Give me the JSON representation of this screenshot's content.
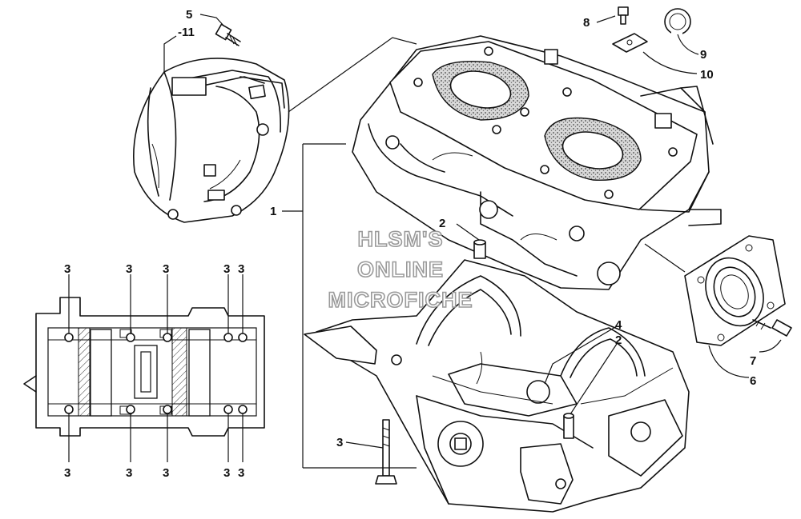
{
  "watermark": {
    "line1": "HLSM'S",
    "line2": "ONLINE",
    "line3": "MICROFICHE"
  },
  "callouts": {
    "c1": "1",
    "c2a": "2",
    "c2b": "2",
    "c3_left": "3",
    "c4": "4",
    "c5": "5",
    "c6": "6",
    "c7": "7",
    "c8": "8",
    "c9": "9",
    "c10": "10",
    "c11": "-11"
  },
  "inset_callouts": {
    "top": [
      "3",
      "3",
      "3",
      "3",
      "3"
    ],
    "bottom": [
      "3",
      "3",
      "3",
      "3",
      "3"
    ]
  },
  "icons": [
    "flywheel-housing",
    "upper-crankcase",
    "lower-crankcase",
    "seal-plate",
    "bolt",
    "dowel-pin",
    "sensor",
    "snap-ring"
  ]
}
